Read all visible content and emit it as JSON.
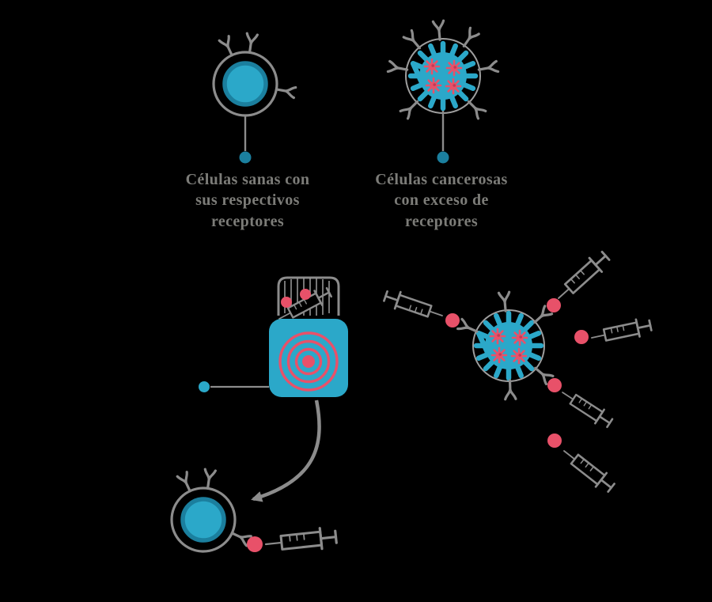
{
  "palette": {
    "background": "#000000",
    "teal": "#2BA8C9",
    "teal_dark": "#1B7F9E",
    "pink": "#E85169",
    "pink_dark": "#C23B55",
    "gray": "#8C8C8C",
    "gray_light": "#9E9E9E",
    "text_gray": "#7C7C78"
  },
  "labels": {
    "healthy": {
      "lines": [
        "Células sanas con",
        "sus respectivos",
        "receptores"
      ]
    },
    "cancer": {
      "lines": [
        "Células cancerosas",
        "con exceso de",
        "receptores"
      ]
    }
  },
  "icons": {
    "healthy_cell": "teal-circle-cell-with-y-receptors",
    "cancer_cell": "spiky-teal-cell-with-pink-nuclei-and-excess-receptors",
    "receptor": "gray-y-shape",
    "drug_vial": "teal-vial-with-pink-target-symbol",
    "target": "pink-concentric-circles",
    "syringe": "gray-outline-syringe",
    "drug_molecule": "pink-dot",
    "marker_dot": "teal-dot",
    "arrow": "curved-gray-arrow"
  }
}
